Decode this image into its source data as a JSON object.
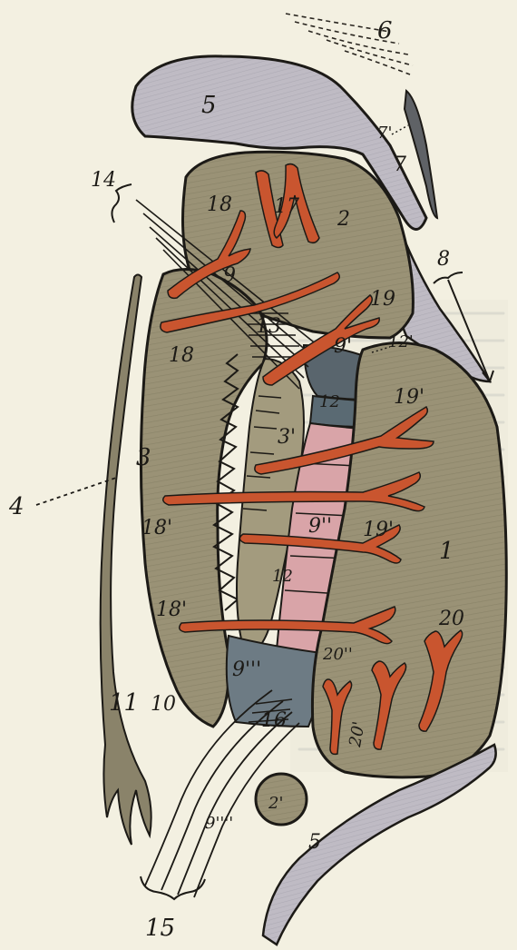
{
  "colors": {
    "paper": "#f3f0e1",
    "nucleus_olive": "#9a9276",
    "cortex_grey": "#b9b5bd",
    "fiber_slate": "#6d7b84",
    "capsule_pink": "#d9a4a8",
    "vessel_red": "#c9552f",
    "outline": "#1c1a16"
  },
  "labels": {
    "n1": "1",
    "n2": "2",
    "n2p": "2'",
    "n3": "3",
    "n3p": "3'",
    "n4": "4",
    "n5_top": "5",
    "n5_bottom": "5",
    "n6": "6",
    "n7": "7",
    "n7p": "7'",
    "n8": "8",
    "n9": "9",
    "n9p": "9'",
    "n9pp": "9''",
    "n9ppp": "9'''",
    "n9pppp": "9''''",
    "n10": "10",
    "n11": "11",
    "n12_a": "12",
    "n12_b": "12",
    "n12p": "12'",
    "n13": "13",
    "n14": "14",
    "n15": "15",
    "n16": "16",
    "n17": "17",
    "n18_top": "18",
    "n18_mid": "18",
    "n18p_a": "18'",
    "n18p_b": "18'",
    "n19": "19",
    "n19p_a": "19'",
    "n19p_b": "19'",
    "n20": "20",
    "n20p": "20'",
    "n20pp": "20''"
  }
}
